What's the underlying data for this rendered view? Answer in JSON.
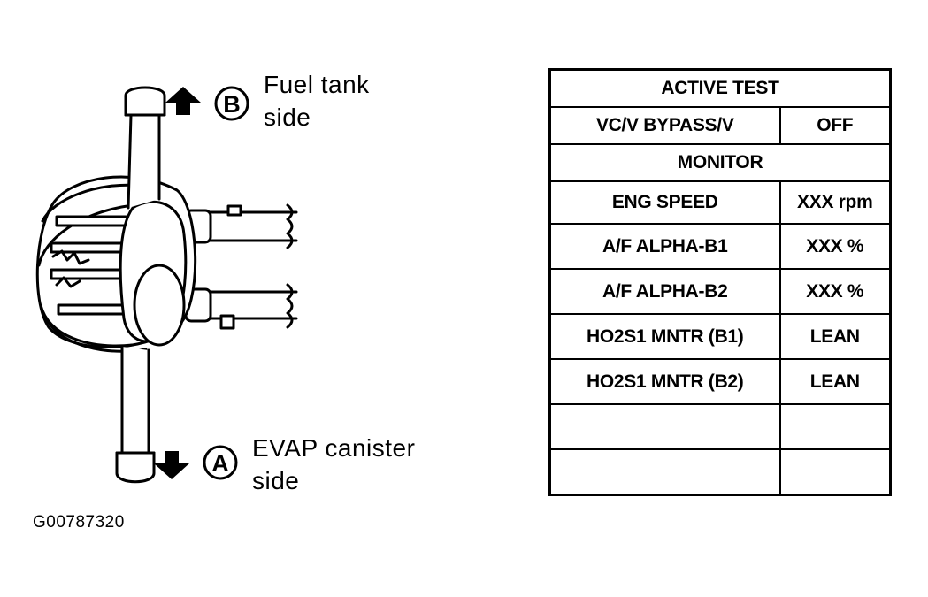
{
  "diagram": {
    "callout_b": {
      "letter": "B",
      "line1": "Fuel tank",
      "line2": "side"
    },
    "callout_a": {
      "letter": "A",
      "line1": "EVAP canister",
      "line2": "side"
    },
    "figure_id": "G00787320"
  },
  "table": {
    "title": "ACTIVE TEST",
    "test_item": {
      "label": "VC/V BYPASS/V",
      "value": "OFF"
    },
    "monitor_heading": "MONITOR",
    "rows": [
      {
        "label": "ENG SPEED",
        "value": "XXX rpm"
      },
      {
        "label": "A/F ALPHA-B1",
        "value": "XXX %"
      },
      {
        "label": "A/F ALPHA-B2",
        "value": "XXX %"
      },
      {
        "label": "HO2S1 MNTR (B1)",
        "value": "LEAN"
      },
      {
        "label": "HO2S1 MNTR (B2)",
        "value": "LEAN"
      },
      {
        "label": "",
        "value": ""
      },
      {
        "label": "",
        "value": ""
      }
    ]
  }
}
